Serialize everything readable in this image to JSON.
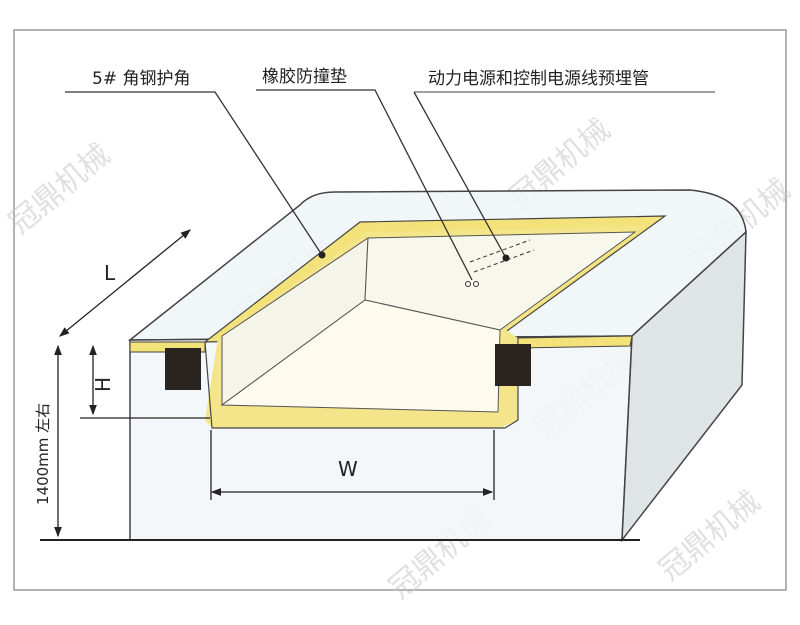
{
  "labels": {
    "corner_guard": "5# 角钢护角",
    "bumper": "橡胶防撞垫",
    "conduit": "动力电源和控制电源线预埋管"
  },
  "dimensions": {
    "length": "L",
    "height": "H",
    "width": "W",
    "depth": "1400mm 左右"
  },
  "watermark": "冠鼎机械",
  "colors": {
    "rim": "#f3e27a",
    "concrete_top": "#eef4f7",
    "concrete_side": "#d9dfe2",
    "bumper": "#2a2420"
  }
}
